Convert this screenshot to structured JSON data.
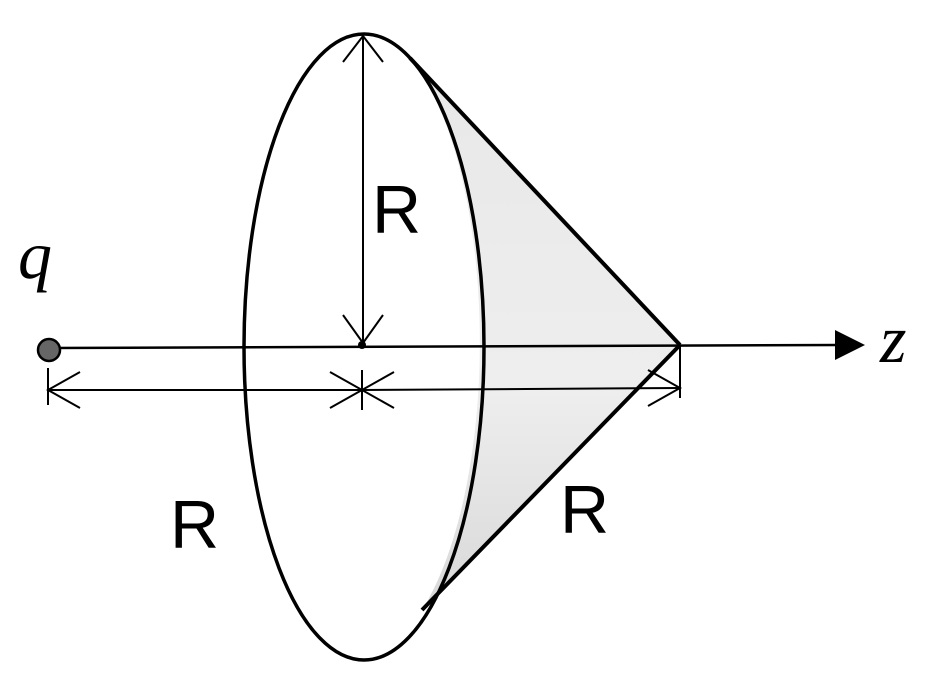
{
  "labels": {
    "charge": "q",
    "axis": "z",
    "radius_vertical": "R",
    "distance_charge_to_center": "R",
    "slant_length": "R"
  },
  "colors": {
    "stroke": "#000000",
    "cone_fill": "#e6e6e6",
    "charge_fill": "#666666"
  }
}
